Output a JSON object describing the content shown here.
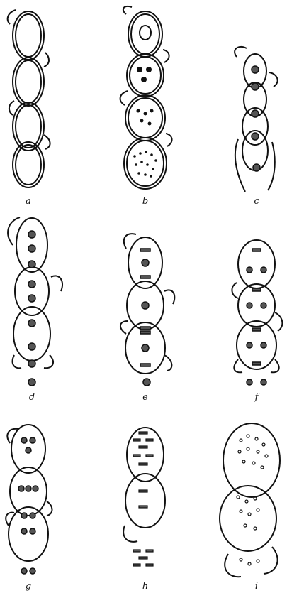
{
  "figure": {
    "panels": [
      {
        "id": "a",
        "label": "a"
      },
      {
        "id": "b",
        "label": "b"
      },
      {
        "id": "c",
        "label": "c"
      },
      {
        "id": "d",
        "label": "d"
      },
      {
        "id": "e",
        "label": "e"
      },
      {
        "id": "f",
        "label": "f"
      },
      {
        "id": "g",
        "label": "g"
      },
      {
        "id": "h",
        "label": "h"
      },
      {
        "id": "i",
        "label": "i"
      }
    ]
  },
  "style": {
    "ink": "#111111",
    "background": "#ffffff"
  }
}
